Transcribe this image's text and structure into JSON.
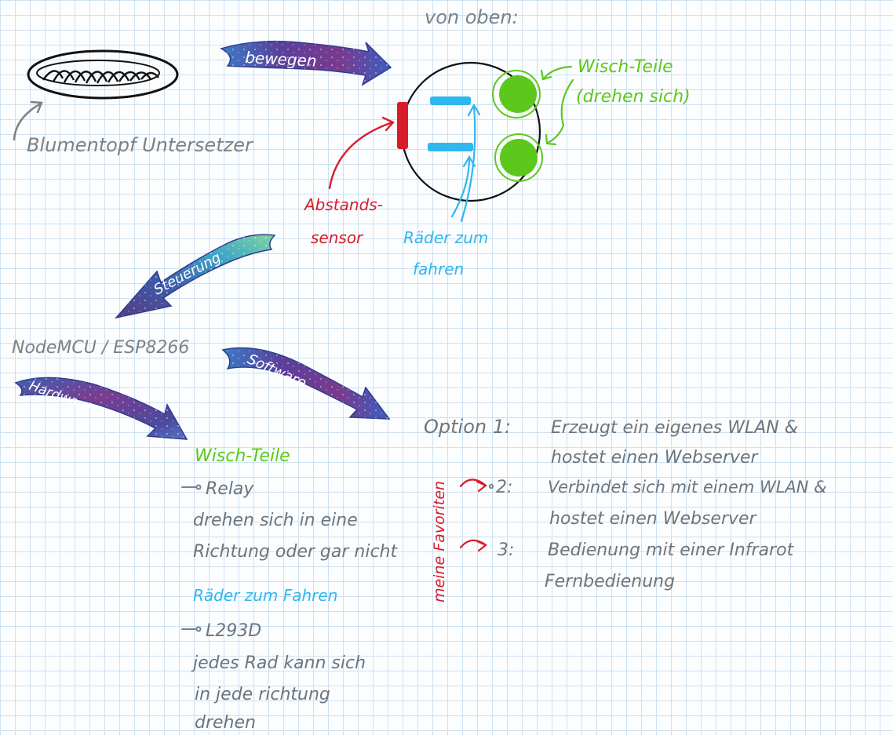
{
  "top": {
    "view_label": "von oben:",
    "saucer_label": "Blumentopf Untersetzer",
    "arrow_move_label": "bewegen",
    "wipers_label": "Wisch-Teile",
    "wipers_note": "(drehen sich)",
    "sensor_line1": "Abstands-",
    "sensor_line2": "sensor",
    "wheels_line1": "Räder zum",
    "wheels_line2": "fahren"
  },
  "control": {
    "arrow_label": "Steuerung",
    "board_label": "NodeMCU / ESP8266",
    "hardware_label": "Hardware",
    "software_label": "Software"
  },
  "hardware": {
    "wipers_title": "Wisch-Teile",
    "wipers_item": "Relay",
    "wipers_desc1": "drehen sich in eine",
    "wipers_desc2": "Richtung oder gar nicht",
    "wheels_title": "Räder zum Fahren",
    "wheels_item": "L293D",
    "wheels_desc1": "jedes Rad kann sich",
    "wheels_desc2": "in jede richtung",
    "wheels_desc3": "drehen"
  },
  "software": {
    "option1_label": "Option 1:",
    "option1_line1": "Erzeugt ein eigenes WLAN &",
    "option1_line2": "hostet einen Webserver",
    "option2_label": "2:",
    "option2_line1": "Verbindet sich mit einem WLAN &",
    "option2_line2": "hostet einen Webserver",
    "option3_label": "3:",
    "option3_line1": "Bedienung mit einer Infrarot",
    "option3_line2": "Fernbedienung",
    "favorites_label": "meine Favoriten"
  },
  "colors": {
    "ink": "#7a8288",
    "green": "#5cc81c",
    "red": "#d81c2c",
    "blue": "#2fb7ef"
  }
}
